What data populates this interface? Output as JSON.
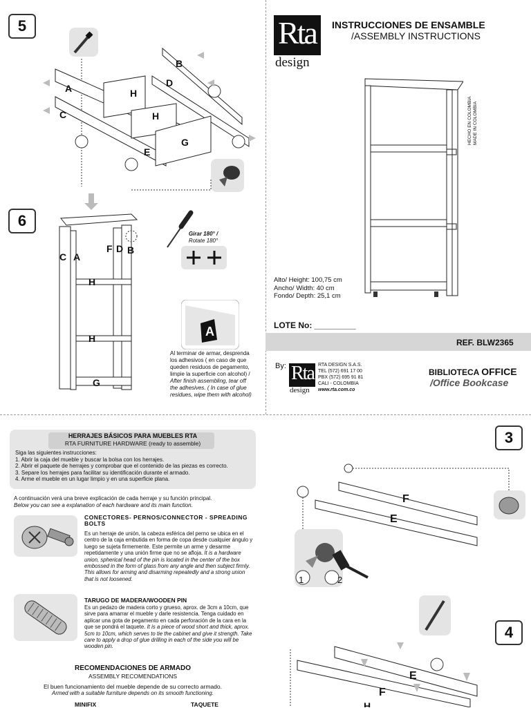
{
  "steps": {
    "s5": "5",
    "s6": "6",
    "s3": "3",
    "s4": "4"
  },
  "step5": {
    "labels": [
      "A",
      "B",
      "C",
      "D",
      "H",
      "H",
      "E",
      "G"
    ]
  },
  "step6": {
    "labels": [
      "C",
      "A",
      "F",
      "D",
      "B",
      "H",
      "H",
      "G"
    ],
    "rotate_es": "Girar 180° /",
    "rotate_en": "Rotate 180°",
    "sticker": "A",
    "note_es": "Al terminar de armar, desprenda los adhesivos ( en caso de que queden residuos de pegamento, limpie la superficie con alcohol) /",
    "note_en": "After finish assembling, tear off the adhesives. ( In case of glue residues, wipe them with alcohol)"
  },
  "header": {
    "logo_main": "Rta",
    "logo_sub": "design",
    "title_es": "INSTRUCCIONES DE ENSAMBLE",
    "title_en": "/ASSEMBLY INSTRUCTIONS",
    "made_in": "HECHO EN COLOMBIA",
    "made_in_en": "MADE IN COLOMBIA"
  },
  "dimensions": {
    "height": "Alto/ Height: 100,75 cm",
    "width": "Ancho/ Width: 40 cm",
    "depth": "Fondo/ Depth: 25,1 cm"
  },
  "lote": "LOTE No: _________",
  "ref": "REF. BLW2365",
  "company": {
    "by": "By:",
    "name": "RTA DESIGN S.A.S.",
    "tel": "TEL (572) 691 17 00",
    "pbx": "PBX (572) 695 91 81",
    "city": "CALI - COLOMBIA",
    "web": "www.rta.com.co"
  },
  "product": {
    "name_es_a": "BIBLIOTECA ",
    "name_es_b": "OFFICE",
    "name_en": "/Office Bookcase"
  },
  "hardware": {
    "title_es": "HERRAJES BÁSICOS PARA MUEBLES RTA",
    "title_en": "RTA FURNITURE HARDWARE (ready to assemble)",
    "intro": "Siga las siguientes instrucciones:",
    "items": [
      "1. Abrir la caja del mueble y buscar la bolsa con los herrajes.",
      "2. Abrir el paquete de herrajes y comprobar que el contenido de las piezas es correcto.",
      "3. Separe los herrajes para facilitar su identificación durante el armado.",
      "4. Arme el mueble en un lugar limpio y en una superficie plana."
    ],
    "expl_es": "A continuación verá una breve explicación de cada herraje y su función principal.",
    "expl_en": "Below you can see a explanation of each hardware and its main function.",
    "conn_title": "CONECTORES- PERNOS/CONNECTOR - SPREADING BOLTS",
    "conn_es": "Es un herraje de unión, la cabeza esférica del perno se ubica en el centro de la caja embutida en forma de copa desde cualquier ángulo y luego se sujeta firmemente. Este permite un arme y desarme repetidamente y una unión firme que no se afloja.",
    "conn_en": "It is a hardware union, spherical head of the pin is located in the center of the box embossed in the form of glass from any angle and then subject firmly. This allows for arming and disarming repeatedly and a strong union that is not loosened.",
    "pin_title": "TARUGO DE MADERA/WOODEN PIN",
    "pin_es": "Es un pedazo de madera corto y grueso, aprox. de 3cm a 10cm, que sirve para amarrar el mueble y darle resistencia. Tenga cuidado en aplicar una gota de pegamento en cada perforación de la cara en la que se pondrá el taquete.",
    "pin_en": "It is a piece of wood short and thick, aprox. 5cm to 10cm, which serves to tie the cabinet and give it strength. Take care to apply a drop of glue drilling in each of the side you will be wooden pin.",
    "rec_title": "RECOMENDACIONES DE ARMADO",
    "rec_sub": "ASSEMBLY RECOMENDATIONS",
    "rec_es": "El buen funcionamiento del mueble depende de su correcto armado.",
    "rec_en": "Armed with a suitable furniture depends on its smooth functioning.",
    "col1": "MINIFIX",
    "col2": "TAQUETE"
  },
  "step3": {
    "labels": [
      "F",
      "E"
    ],
    "sub": [
      "1",
      "2"
    ]
  },
  "step4": {
    "labels": [
      "E",
      "F",
      "H"
    ]
  }
}
